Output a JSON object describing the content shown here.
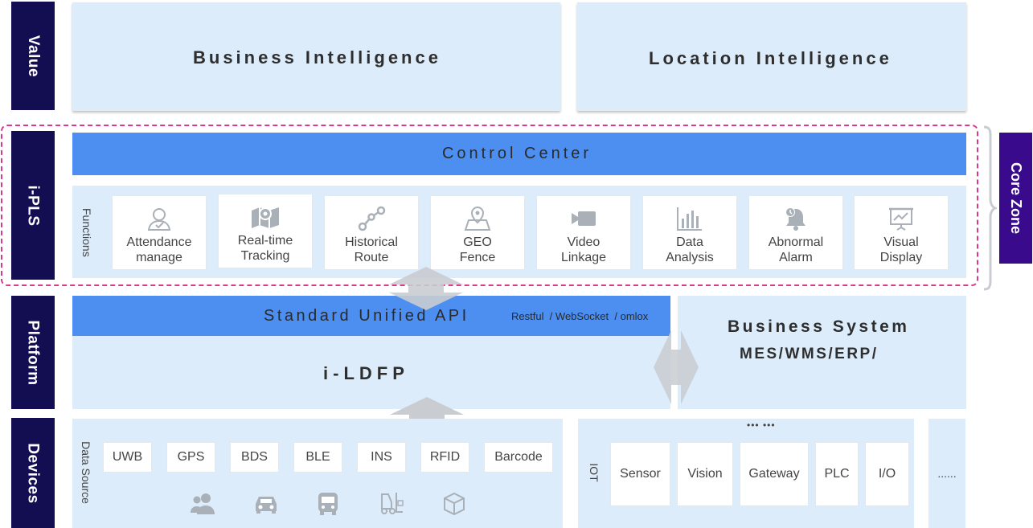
{
  "layers": {
    "value": "Value",
    "ipls": "i-PLS",
    "platform": "Platform",
    "devices": "Devices"
  },
  "value": {
    "business_intelligence": "Business Intelligence",
    "location_intelligence": "Location Intelligence"
  },
  "core_zone": "Core Zone",
  "control_center": "Control Center",
  "functions_label": "Functions",
  "functions": [
    {
      "line1": "Attendance",
      "line2": "manage",
      "icon": "attendance-icon"
    },
    {
      "line1": "Real-time",
      "line2": "Tracking",
      "icon": "map-pin-icon"
    },
    {
      "line1": "Historical",
      "line2": "Route",
      "icon": "route-icon"
    },
    {
      "line1": "GEO",
      "line2": "Fence",
      "icon": "geofence-icon"
    },
    {
      "line1": "Video",
      "line2": "Linkage",
      "icon": "video-icon"
    },
    {
      "line1": "Data",
      "line2": "Analysis",
      "icon": "bar-chart-icon"
    },
    {
      "line1": "Abnormal",
      "line2": "Alarm",
      "icon": "alarm-bell-icon"
    },
    {
      "line1": "Visual",
      "line2": "Display",
      "icon": "presentation-icon"
    }
  ],
  "platform": {
    "api_title": "Standard Unified API",
    "api_protocols": "Restful  / WebSocket  / omlox",
    "ldfp": "i-LDFP",
    "business_system": "Business System",
    "business_systems_list": "MES/WMS/ERP/"
  },
  "devices": {
    "data_source_label": "Data Source",
    "sources": [
      "UWB",
      "GPS",
      "BDS",
      "BLE",
      "INS",
      "RFID",
      "Barcode"
    ],
    "asset_icons": [
      "people-icon",
      "car-icon",
      "bus-icon",
      "forklift-icon",
      "box-icon"
    ],
    "iot_label": "IOT",
    "iot_more": "••• •••",
    "iot_items": [
      "Sensor",
      "Vision",
      "Gateway",
      "PLC",
      "I/O"
    ],
    "more": "......"
  },
  "colors": {
    "layer_label_bg": "#130d52",
    "core_zone_bg": "#3a0a8c",
    "panel_bg": "#dcecfb",
    "accent_blue": "#4d8ff1",
    "dashed_border": "#d63a8f",
    "arrow_gray": "#c9ccd0",
    "icon_gray": "#a9b0b8"
  }
}
